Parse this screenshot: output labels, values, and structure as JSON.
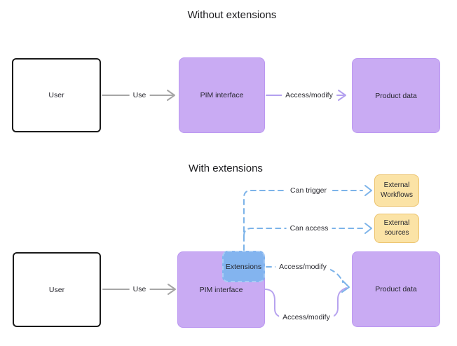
{
  "without": {
    "title": "Without extensions",
    "user_label": "User",
    "pim_label": "PIM interface",
    "product_label": "Product data",
    "use_label": "Use",
    "access_label": "Access/modify"
  },
  "with": {
    "title": "With extensions",
    "user_label": "User",
    "pim_label": "PIM interface",
    "extensions_label": "Extensions",
    "product_label": "Product data",
    "workflows_line1": "External",
    "workflows_line2": "Workflows",
    "sources_line1": "External",
    "sources_line2": "sources",
    "use_label": "Use",
    "can_trigger_label": "Can trigger",
    "can_access_label": "Can access",
    "access_top_label": "Access/modify",
    "access_bottom_label": "Access/modify"
  },
  "colors": {
    "background": "#ffffff",
    "purple_fill": "#c9abf3",
    "purple_border": "#bb97f1",
    "purple_line": "#b3a0ef",
    "blue_fill": "#83b4ef",
    "blue_dash_border": "#a9ccf5",
    "blue_line": "#7cb3e9",
    "yellow_fill": "#fbe3a6",
    "yellow_border": "#ecc36e",
    "gray_line": "#a6a6a6",
    "black_border": "#1a1a1a",
    "text_dark": "#26262e"
  }
}
